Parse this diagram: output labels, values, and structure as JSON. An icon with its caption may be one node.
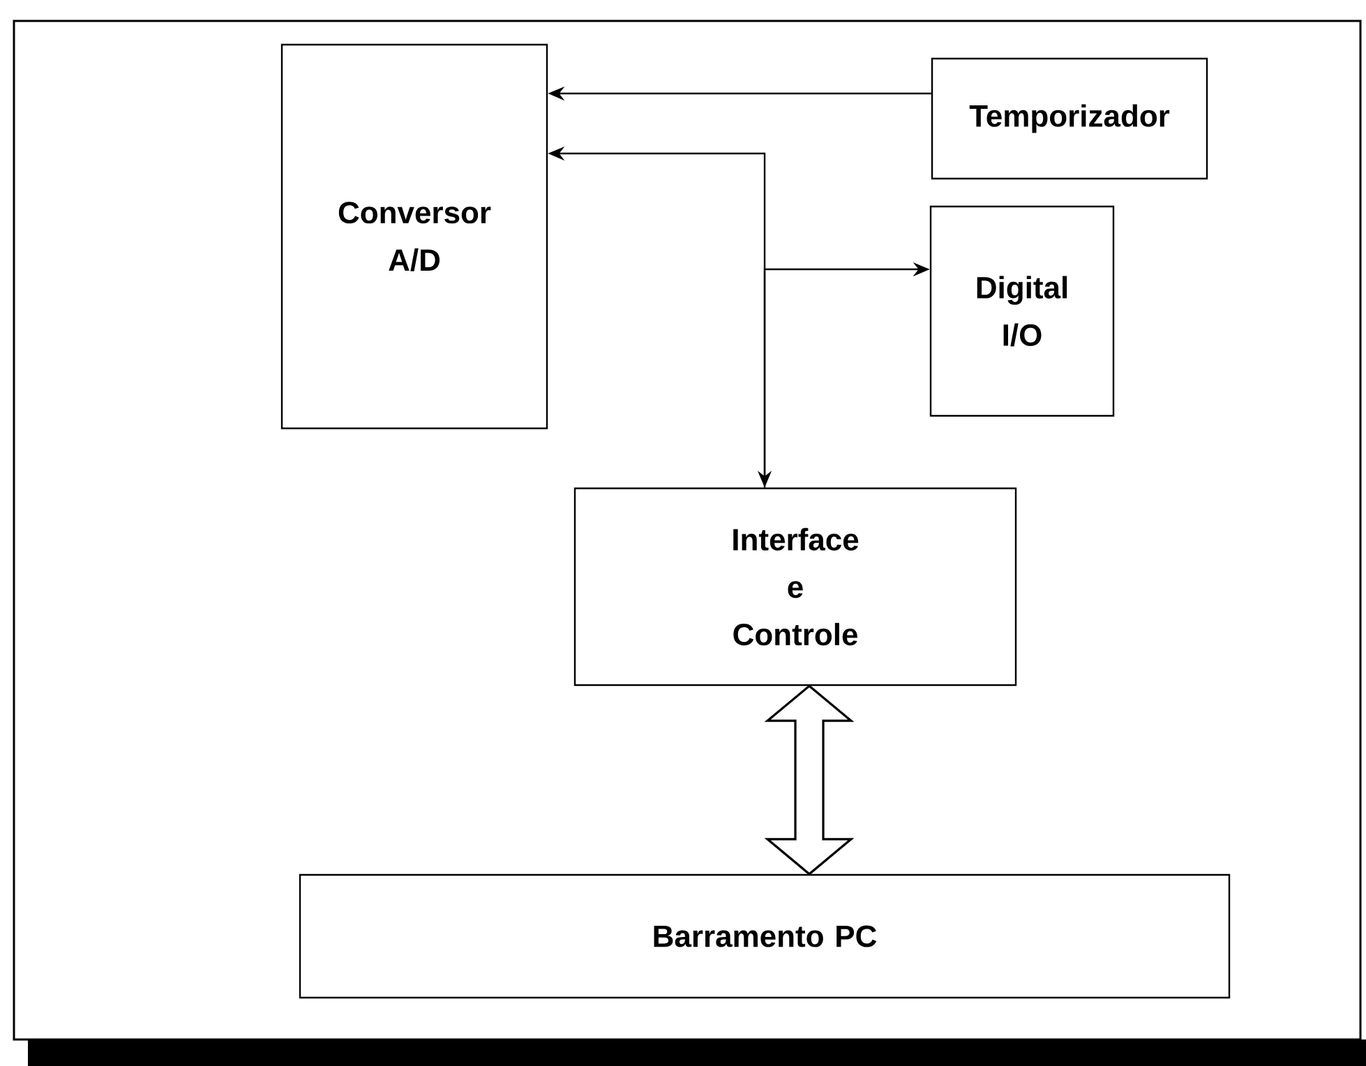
{
  "diagram": {
    "nodes": [
      {
        "text": [
          "Conversor A/D"
        ]
      },
      {
        "text": [
          "Temporizador"
        ]
      },
      {
        "text": [
          "Digital I/O"
        ]
      },
      {
        "text": [
          "Interface e Controle"
        ]
      },
      {
        "text": [
          "Barramento PC"
        ]
      }
    ],
    "edges": [
      {
        "from": 1,
        "to": 0,
        "arrow": "to"
      },
      {
        "from": 3,
        "to": 0,
        "arrow": "both"
      },
      {
        "from": 3,
        "to": 2,
        "arrow": "to"
      },
      {
        "from": 3,
        "to": 4,
        "arrow": "both",
        "style": "thick"
      }
    ]
  }
}
